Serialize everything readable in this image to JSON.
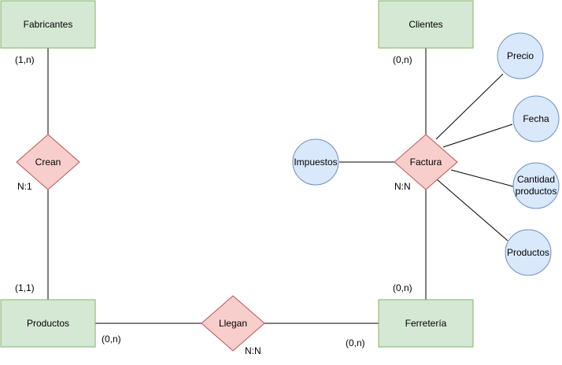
{
  "colors": {
    "entity_fill": "#d5e8d4",
    "entity_stroke": "#82b366",
    "relation_fill": "#f8cecc",
    "relation_stroke": "#b85450",
    "attribute_fill": "#dae8fc",
    "attribute_stroke": "#6c8ebf",
    "line": "#000000"
  },
  "entities": {
    "fabricantes": "Fabricantes",
    "clientes": "Clientes",
    "productos": "Productos",
    "ferreteria": "Ferretería"
  },
  "relationships": {
    "crean": "Crean",
    "factura": "Factura",
    "llegan": "Llegan"
  },
  "attributes": {
    "precio": "Precio",
    "fecha": "Fecha",
    "cantidad_line1": "Cantidad",
    "cantidad_line2": "productos",
    "productos": "Productos",
    "impuestos": "Impuestos"
  },
  "cardinalities": {
    "fabricantes": "(1,n)",
    "crean": "N:1",
    "productos_top": "(1,1)",
    "productos_right": "(0,n)",
    "clientes": "(0,n)",
    "factura": "N:N",
    "ferreteria_top": "(0,n)",
    "llegan": "N:N",
    "ferreteria_left": "(0,n)"
  }
}
